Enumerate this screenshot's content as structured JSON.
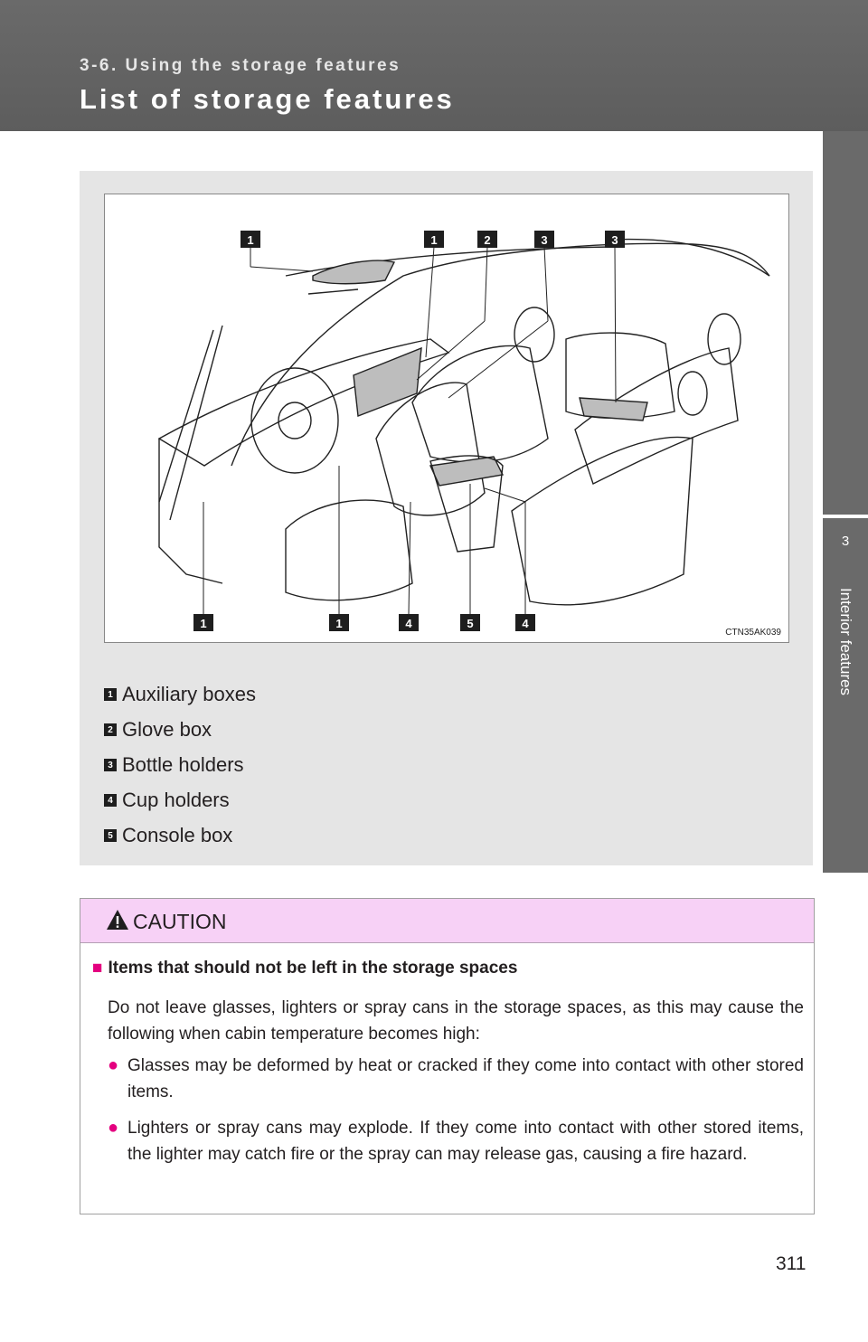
{
  "header": {
    "section": "3-6. Using the storage features",
    "title": "List of storage features"
  },
  "side_tab": {
    "number": "3",
    "label": "Interior features"
  },
  "figure": {
    "code": "CTN35AK039",
    "callouts_top": [
      "1",
      "1",
      "2",
      "3",
      "3"
    ],
    "callouts_bottom": [
      "1",
      "1",
      "4",
      "5",
      "4"
    ]
  },
  "legend": [
    {
      "num": "1",
      "label": "Auxiliary boxes"
    },
    {
      "num": "2",
      "label": "Glove box"
    },
    {
      "num": "3",
      "label": "Bottle holders"
    },
    {
      "num": "4",
      "label": "Cup holders"
    },
    {
      "num": "5",
      "label": "Console box"
    }
  ],
  "caution": {
    "label": "CAUTION",
    "heading": "Items that should not be left in the storage spaces",
    "intro": "Do not leave glasses, lighters or spray cans in the storage spaces, as this may cause the following when cabin temperature becomes high:",
    "bullets": [
      "Glasses may be deformed by heat or cracked if they come into contact with other stored items.",
      "Lighters or spray cans may explode. If they come into contact with other stored items, the lighter may catch fire or the spray can may release gas, causing a fire hazard."
    ]
  },
  "page_number": "311"
}
